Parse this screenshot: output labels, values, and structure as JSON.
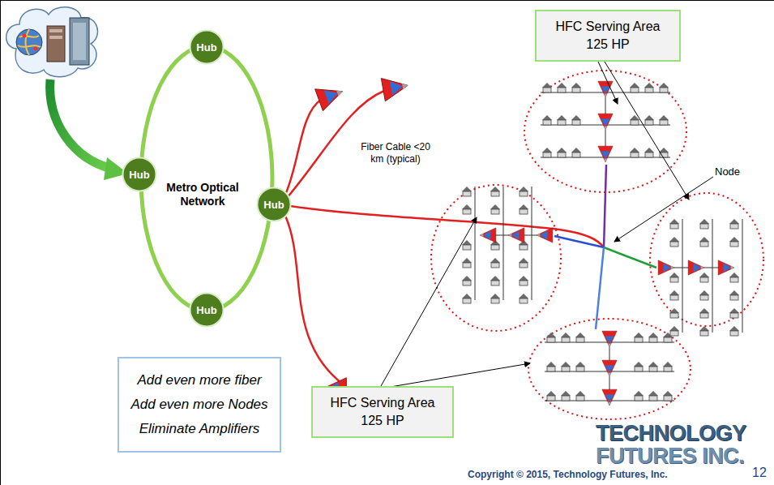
{
  "diagram": {
    "nodes": [
      {
        "text": [
          "Metro Optical Network"
        ]
      },
      {
        "text": [
          "Hub"
        ]
      },
      {
        "text": [
          "Hub"
        ]
      },
      {
        "text": [
          "Hub"
        ]
      },
      {
        "text": [
          "Hub"
        ]
      },
      {
        "text": [
          "HFC Serving Area 125 HP"
        ]
      },
      {
        "text": [
          "HFC Serving Area 125 HP"
        ]
      },
      {
        "text": [
          "Add even more fiber",
          "Add even more Nodes",
          "Eliminate Amplifiers"
        ]
      }
    ],
    "labels": [
      "Fiber Cable <20 km (typical)",
      "Node",
      "TECHNOLOGY",
      "FUTURES INC.",
      "Copyright © 2015, Technology Futures, Inc.",
      "12"
    ]
  }
}
